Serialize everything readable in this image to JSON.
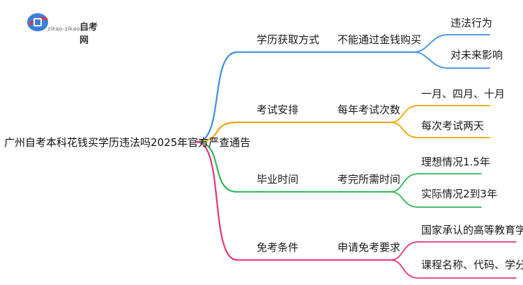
{
  "logo": {
    "name": "自考网",
    "url": "zikao-zikao.com"
  },
  "root": "广州自考本科花钱买学历违法吗2025年官方严查通告",
  "branches": [
    {
      "label": "学历获取方式",
      "sub": "不能通过金钱购买",
      "leaves": [
        "违法行为",
        "对未来影响"
      ],
      "color": "#3a8ee6"
    },
    {
      "label": "考试安排",
      "sub": "每年考试次数",
      "leaves": [
        "一月、四月、十月",
        "每次考试两天"
      ],
      "color": "#f0a500"
    },
    {
      "label": "毕业时间",
      "sub": "考完所需时间",
      "leaves": [
        "理想情况1.5年",
        "实际情况2到3年"
      ],
      "color": "#2db85c"
    },
    {
      "label": "免考条件",
      "sub": "申请免考要求",
      "leaves": [
        "国家承认的高等教育学历",
        "课程名称、代码、学分一致"
      ],
      "color": "#e8337a"
    }
  ]
}
